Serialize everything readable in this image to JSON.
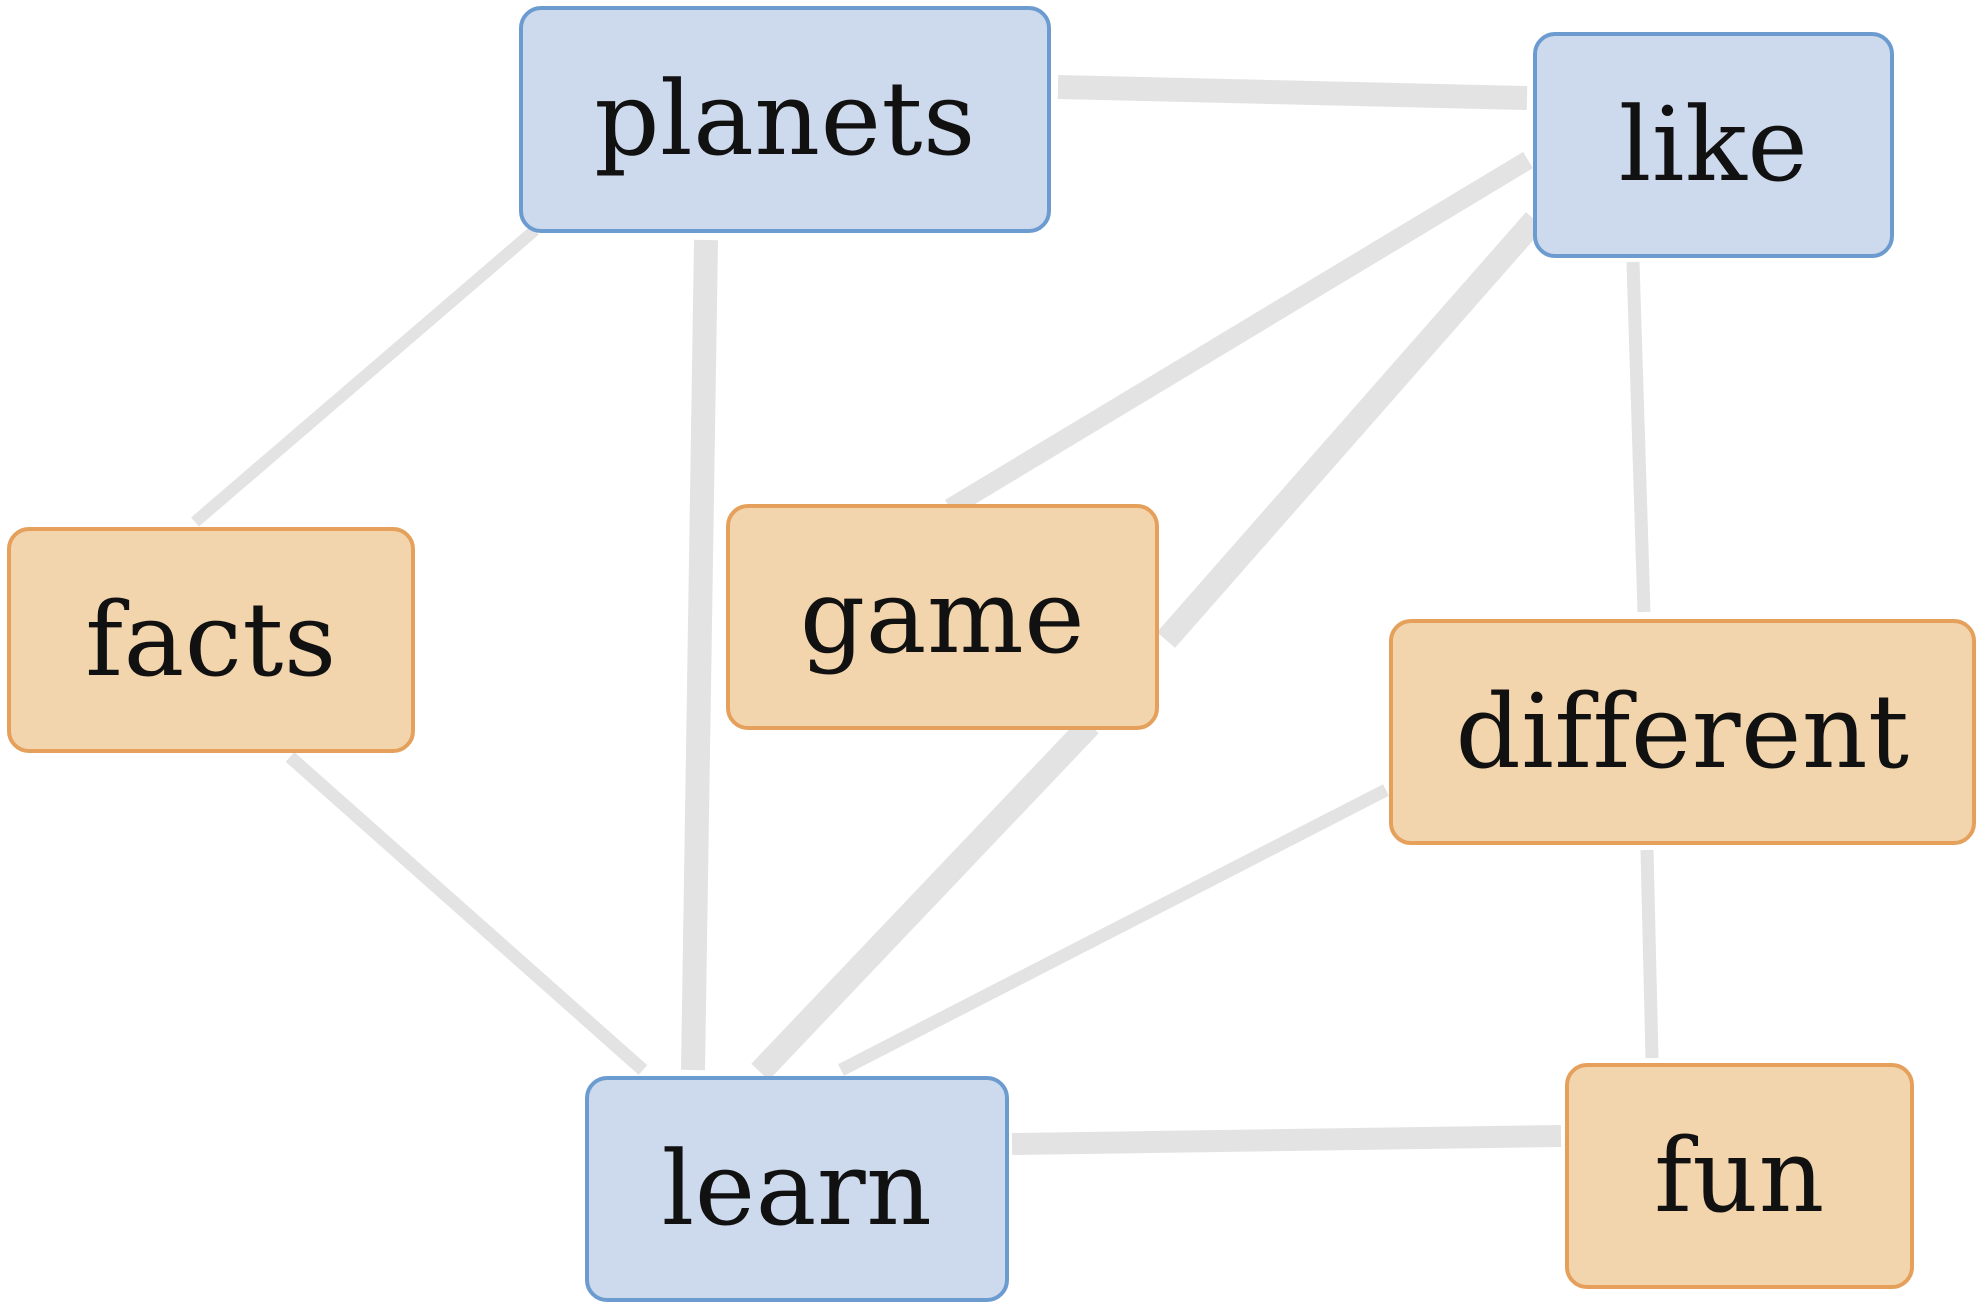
{
  "diagram": {
    "edge_color": "#e3e3e3",
    "node_colors": {
      "blue_fill": "#cdd9ec",
      "blue_border": "#6c9bd0",
      "orange_fill": "#f2d5ac",
      "orange_border": "#e5a15c"
    },
    "nodes": {
      "planets": {
        "label": "planets",
        "color_group": "blue"
      },
      "like": {
        "label": "like",
        "color_group": "blue"
      },
      "facts": {
        "label": "facts",
        "color_group": "orange"
      },
      "game": {
        "label": "game",
        "color_group": "orange"
      },
      "different": {
        "label": "different",
        "color_group": "orange"
      },
      "learn": {
        "label": "learn",
        "color_group": "blue"
      },
      "fun": {
        "label": "fun",
        "color_group": "orange"
      }
    },
    "edges": [
      {
        "from": "planets",
        "to": "learn",
        "weight": "thick"
      },
      {
        "from": "planets",
        "to": "like",
        "weight": "medium"
      },
      {
        "from": "planets",
        "to": "facts",
        "weight": "thin"
      },
      {
        "from": "like",
        "to": "game",
        "weight": "medium"
      },
      {
        "from": "like",
        "to": "learn",
        "weight": "medium"
      },
      {
        "from": "like",
        "to": "different",
        "weight": "thin"
      },
      {
        "from": "facts",
        "to": "learn",
        "weight": "thin"
      },
      {
        "from": "different",
        "to": "learn",
        "weight": "thin"
      },
      {
        "from": "different",
        "to": "fun",
        "weight": "thin"
      },
      {
        "from": "learn",
        "to": "fun",
        "weight": "medium"
      }
    ]
  }
}
